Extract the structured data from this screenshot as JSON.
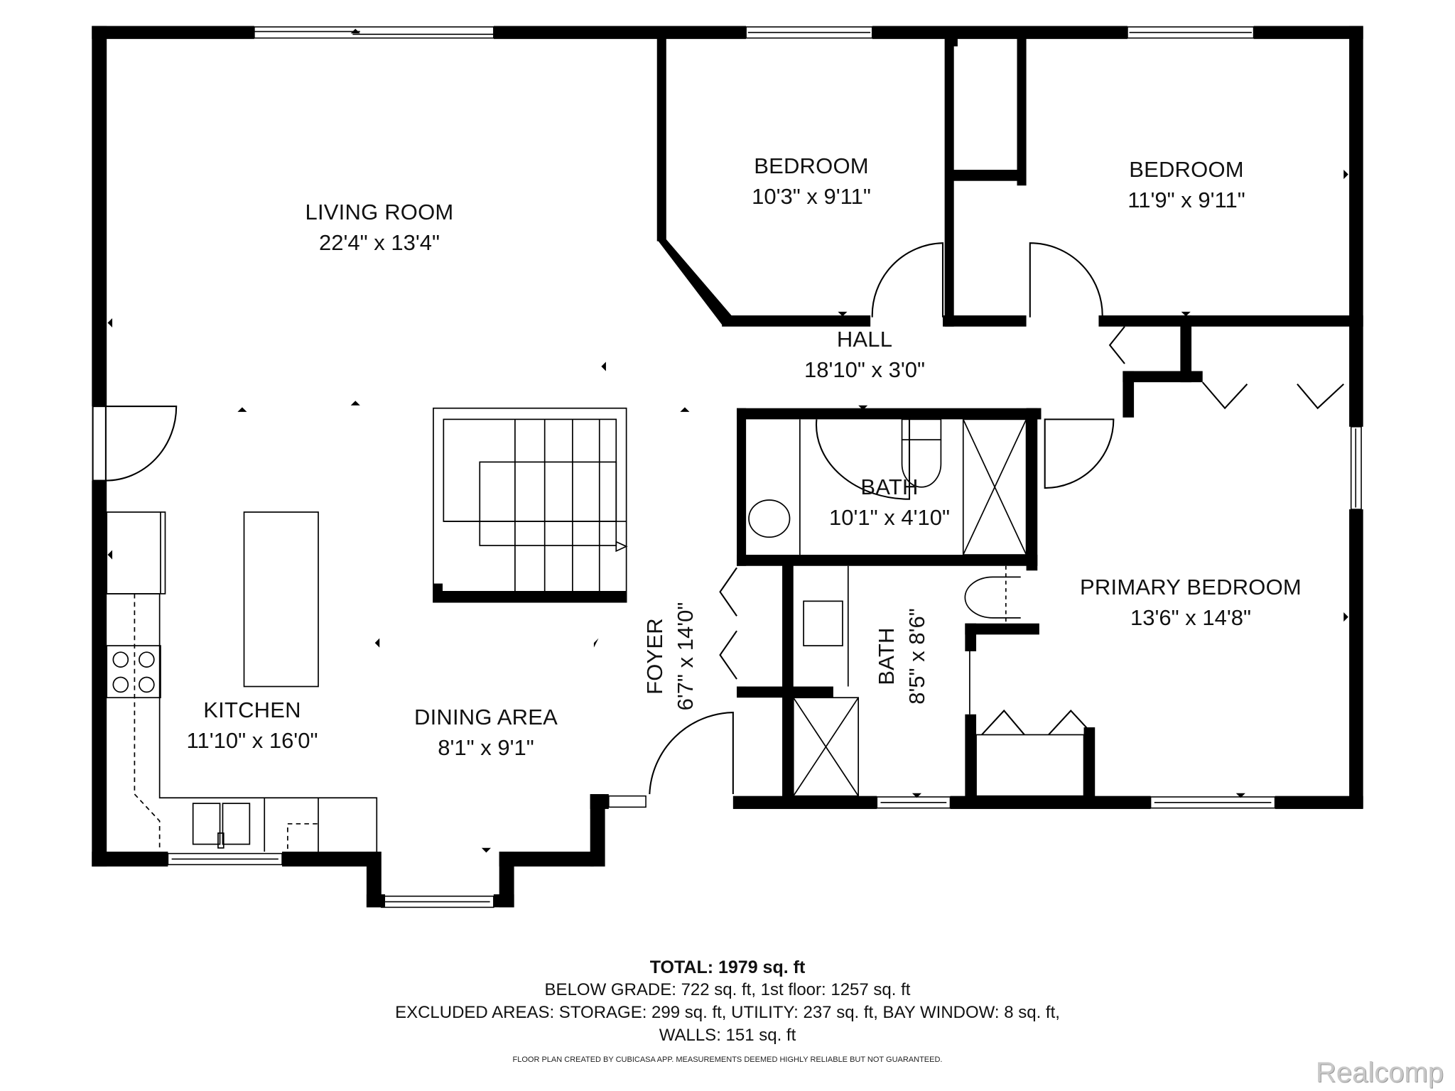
{
  "rooms": {
    "living_room": {
      "name": "LIVING ROOM",
      "dim": "22'4\" x 13'4\""
    },
    "bedroom_1": {
      "name": "BEDROOM",
      "dim": "10'3\" x 9'11\""
    },
    "bedroom_2": {
      "name": "BEDROOM",
      "dim": "11'9\" x 9'11\""
    },
    "hall": {
      "name": "HALL",
      "dim": "18'10\" x 3'0\""
    },
    "bath_1": {
      "name": "BATH",
      "dim": "10'1\" x 4'10\""
    },
    "bath_2": {
      "name": "BATH",
      "dim": "8'5\" x 8'6\""
    },
    "foyer": {
      "name": "FOYER",
      "dim": "6'7\" x 14'0\""
    },
    "primary_bedroom": {
      "name": "PRIMARY BEDROOM",
      "dim": "13'6\" x 14'8\""
    },
    "kitchen": {
      "name": "KITCHEN",
      "dim": "11'10\" x 16'0\""
    },
    "dining_area": {
      "name": "DINING AREA",
      "dim": "8'1\" x 9'1\""
    }
  },
  "summary": {
    "total": "TOTAL: 1979 sq. ft",
    "breakdown": "BELOW GRADE: 722 sq. ft, 1st floor: 1257 sq. ft",
    "excluded": "EXCLUDED AREAS: STORAGE: 299 sq. ft, UTILITY: 237 sq. ft, BAY WINDOW: 8 sq. ft,",
    "walls": "WALLS: 151 sq. ft"
  },
  "disclaimer": "FLOOR PLAN CREATED BY CUBICASA APP. MEASUREMENTS DEEMED HIGHLY RELIABLE BUT NOT GUARANTEED.",
  "watermark": "Realcomp",
  "colors": {
    "wall": "#000000",
    "background": "#ffffff",
    "watermark": "#c8c8c8"
  }
}
